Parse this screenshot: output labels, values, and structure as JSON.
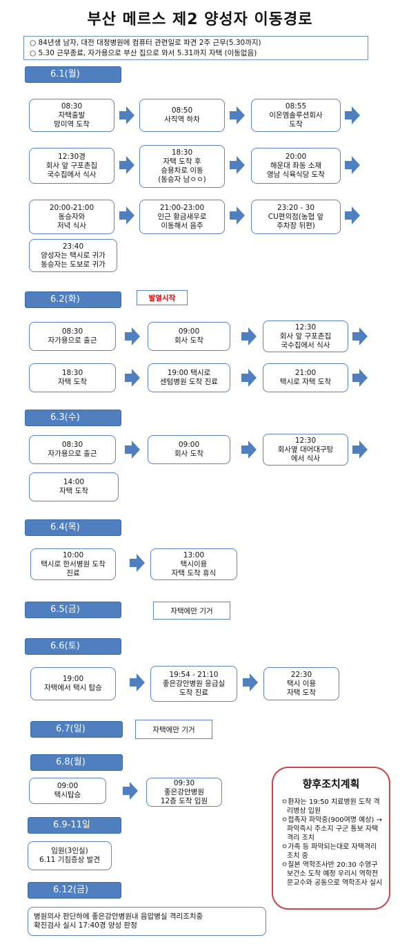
{
  "title": "부산 메르스 제2 양성자 이동경로",
  "summary": [
    "○  84년생 남자, 대전 대청병원에 컴퓨터 관련일로 파견 2주 근무(5.30까지)",
    "○  5.30 근무종료, 자가용으로 부산 집으로 와서 5.31까지 자택 (이동없음)"
  ],
  "days": {
    "d61": "6.1(월)",
    "d62": "6.2(화)",
    "d63": "6.3(수)",
    "d64": "6.4(목)",
    "d65": "6.5(금)",
    "d66": "6.6(토)",
    "d67": "6.7(일)",
    "d68": "6.8(월)",
    "d69": "6.9-11일",
    "d612": "6.12(금)"
  },
  "notes": {
    "fever": "발열시작",
    "home65": "자택에만 기거",
    "home67": "자택에만 기거"
  },
  "steps": {
    "s1": "08:30\n자택출발\n망미역 도착",
    "s2": "08:50\n사직역 하차",
    "s3": "08:55\n이온엠솔루션회사\n도착",
    "s4": "12:30경\n회사 앞 구포촌집\n국수집에서 식사",
    "s5": "18:30\n자택 도착 후\n승용차로 이동\n(동승자 남ㅇㅇ)",
    "s6": "20:00\n해운대 좌동 소재\n영남 식육식당 도착",
    "s7": "20:00-21:00\n동승자와\n저녁 식사",
    "s8": "21:00-23:00\n인근 황금새우로\n이동해서 음주",
    "s9": "23:20 - 30\nCU편의점(농협 앞\n주차장 뒤편)",
    "s10": "23:40\n양성자는 택시로 귀가\n동승자는 도보로 귀가",
    "s11": "08:30\n자가용으로 출근",
    "s12": "09:00\n회사 도착",
    "s13": "12:30\n회사 앞 구포촌집\n국수집에서 식사",
    "s14": "18:30\n자택 도착",
    "s15": "19:00 택시로\n센텀병원 도착 진료",
    "s16": "21:00\n택시로 자택 도착",
    "s17": "08:30\n자가용으로 출근",
    "s18": "09:00\n회사 도착",
    "s19": "12:30\n회사옆 대어대구탕\n에서 식사",
    "s20": "14:00\n자택 도착",
    "s21": "10:00\n택시로 한서병원 도착\n진료",
    "s22": "13:00\n택시이용\n자택 도착 휴식",
    "s23": "19:00\n자택에서 택시 탑승",
    "s24": "19:54 - 21:10\n좋은강안병원 응급실\n도착 진료",
    "s25": "22:30\n택시 이용\n자택 도착",
    "s26": "09:00\n택시탑승",
    "s27": "09:30\n좋은강안병원\n12층 도착 입원",
    "s28": "입원(3인실)\n6.11 기침증상 발견",
    "s29": "병원의사 판단하에 좋은강안병원내 음압병실 격리조치중\n확진검사 실시 17:40경 양성 판정"
  },
  "plan": {
    "title": "향후조치계획",
    "items": [
      "ㅇ환자는 19:50 치료병원 도착 격리병상 입원",
      "ㅇ접촉자 파악중(900여명 예상) → 파악즉시 주소지 구군 통보 자택격리 조치",
      "ㅇ가족 등 파악되는대로 자택격리 조치 중",
      "ㅇ질본 역학조사반 20:30 수영구 보건소 도착 예정 우리시 역학전문교수와 공동으로 역학조사 실시"
    ]
  },
  "colors": {
    "day_header": "#4f7fbf",
    "box_border": "#5b82c2",
    "plan_border": "#c8474a",
    "fever_text": "#e00000"
  }
}
